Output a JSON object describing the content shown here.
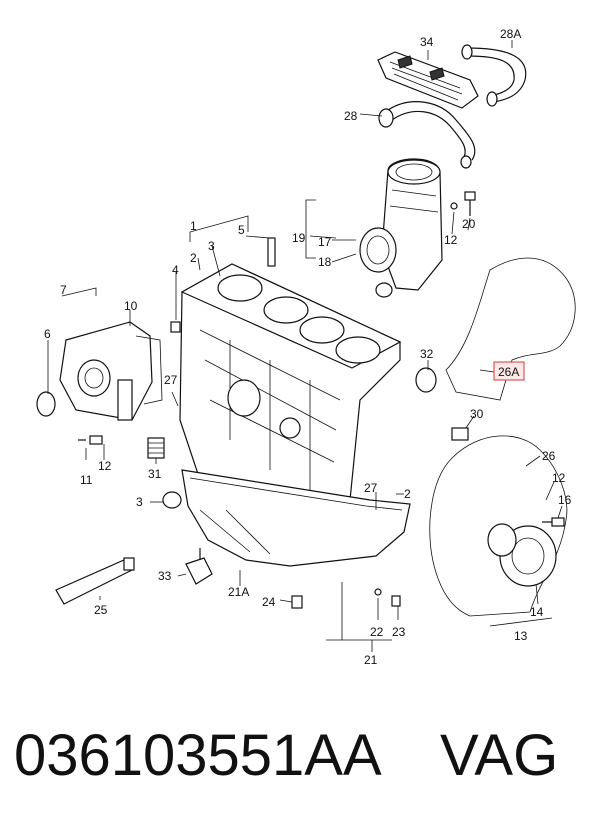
{
  "diagram": {
    "callouts": [
      "34",
      "28A",
      "28",
      "20",
      "12",
      "19",
      "17",
      "18",
      "1",
      "2",
      "3",
      "5",
      "4",
      "7",
      "10",
      "6",
      "27",
      "32",
      "26A",
      "30",
      "26",
      "12",
      "16",
      "14",
      "13",
      "11",
      "12",
      "31",
      "3",
      "27",
      "2",
      "33",
      "21A",
      "24",
      "22",
      "23",
      "21",
      "25"
    ],
    "highlighted_callout": "26A",
    "highlight_color": "#d43a3a"
  },
  "footer": {
    "part_number": "036103551AA",
    "brand": "VAG"
  }
}
